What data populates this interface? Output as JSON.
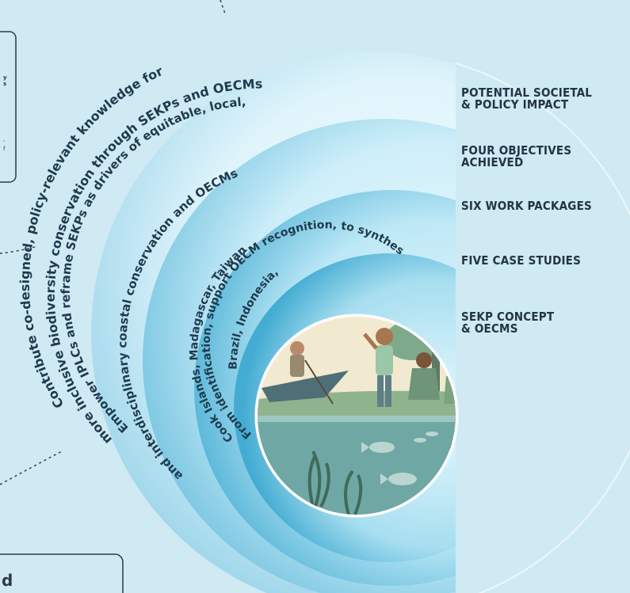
{
  "rings": {
    "ring1_text": "more inclusive biodiversity conservation through SEKPs and OECMs",
    "ring1_text_b": "Contribute co-designed, policy-relevant knowledge for",
    "ring2_text": "Empower IPLCs and reframe SEKPs as drivers of equitable, local,",
    "ring2_text_b": "and interdisciplinary coastal conservation and OECMs",
    "ring3_text": "From identification, support OECM recognition, to synthesis",
    "ring4_text": "Brazil, Indonesia,",
    "ring4_text_b": "Cook Islands, Madagascar, Taiwan"
  },
  "labels": {
    "potential_line1": "POTENTIAL SOCIETAL",
    "potential_line2": "& POLICY IMPACT",
    "objectives_line1": "FOUR OBJECTIVES",
    "objectives_line2": "ACHIEVED",
    "work_packages": "SIX WORK PACKAGES",
    "case_studies": "FIVE CASE STUDIES",
    "sekp_line1": "SEKP CONCEPT",
    "sekp_line2": "& OECMS"
  },
  "colors": {
    "background": "#cfeaf3",
    "ring_outer": "#bfe4f0",
    "ring_mid": "#a5d8ea",
    "ring_inner": "#7cc7e2",
    "text": "#1f3a4d"
  },
  "icons": {
    "scene": "coastal-community-scene-icon"
  }
}
